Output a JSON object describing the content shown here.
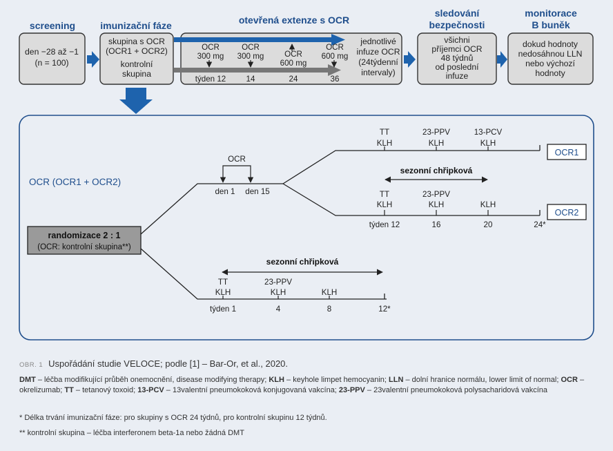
{
  "phases": {
    "screening": {
      "title": "screening",
      "lines": [
        "den −28 až −1",
        "(n = 100)"
      ]
    },
    "imunizacni": {
      "title": "imunizační fáze",
      "lines": [
        "skupina s OCR",
        "(OCR1 + OCR2)",
        "kontrolní",
        "skupina"
      ]
    },
    "extenze": {
      "title": "otevřená extenze s OCR",
      "doses": [
        {
          "name": "OCR",
          "dose": "300 mg",
          "week": "týden 12"
        },
        {
          "name": "OCR",
          "dose": "300 mg",
          "week": "14"
        },
        {
          "name": "OCR",
          "dose": "600 mg",
          "week": "24"
        },
        {
          "name": "OCR",
          "dose": "600 mg",
          "week": "36"
        }
      ],
      "tail": [
        "jednotlivé",
        "infuze OCR",
        "(24týdenní",
        "intervaly)"
      ]
    },
    "bezpecnost": {
      "title": [
        "sledování",
        "bezpečnosti"
      ],
      "lines": [
        "všichni",
        "příjemci OCR",
        "48 týdnů",
        "od poslední",
        "infuze"
      ]
    },
    "bbunky": {
      "title": [
        "monitorace",
        "B buněk"
      ],
      "lines": [
        "dokud hodnoty",
        "nedosáhnou LLN",
        "nebo výchozí",
        "hodnoty"
      ]
    }
  },
  "detail": {
    "group_label": "OCR (OCR1 + OCR2)",
    "randomization": {
      "title": "randomizace 2 : 1",
      "sub": "(OCR: kontrolní skupina**)"
    },
    "ocr_label": "OCR",
    "ocr_days": [
      "den 1",
      "den 15"
    ],
    "season": "sezonní chřipková",
    "ocr1": {
      "label": "OCR1",
      "vaccines": [
        [
          "TT",
          "KLH"
        ],
        [
          "23-PPV",
          "KLH"
        ],
        [
          "13-PCV",
          "KLH"
        ]
      ]
    },
    "ocr2": {
      "label": "OCR2",
      "vaccines": [
        [
          "TT",
          "KLH"
        ],
        [
          "23-PPV",
          "KLH"
        ],
        [
          "KLH"
        ]
      ],
      "weeks": [
        "týden 12",
        "16",
        "20",
        "24*"
      ]
    },
    "control": {
      "vaccines": [
        [
          "TT",
          "KLH"
        ],
        [
          "23-PPV",
          "KLH"
        ],
        [
          "KLH"
        ]
      ],
      "weeks": [
        "týden 1",
        "4",
        "8",
        "12*"
      ]
    }
  },
  "caption": {
    "label": "OBR. 1",
    "title": "Uspořádání studie VELOCE; podle [1] – Bar-Or, et al., 2020.",
    "legend": [
      {
        "abbr": "DMT",
        "text": " – léčba modifikující průběh onemocnění, disease modifying therapy; "
      },
      {
        "abbr": "KLH",
        "text": " – keyhole limpet hemocyanin; "
      },
      {
        "abbr": "LLN",
        "text": " – dolní hranice normálu, lower limit of normal; "
      },
      {
        "abbr": "OCR",
        "text": " – okrelizumab; "
      },
      {
        "abbr": "TT",
        "text": " – tetanový toxoid; "
      },
      {
        "abbr": "13-PCV",
        "text": " – 13valentní pneumokoková konjugovaná vakcína; "
      },
      {
        "abbr": "23-PPV",
        "text": " – 23valentní pneumokoková polysacharidová vakcína"
      }
    ],
    "note1": "* Délka trvání imunizační fáze: pro skupiny s OCR 24 týdnů, pro kontrolní skupinu 12 týdnů.",
    "note2": "** kontrolní skupina – léčba interferonem beta-1a nebo žádná DMT"
  },
  "colors": {
    "accent": "#1e63ad",
    "box": "#dcdcdc",
    "background": "#eaeef4",
    "grayArrow": "#777777"
  }
}
